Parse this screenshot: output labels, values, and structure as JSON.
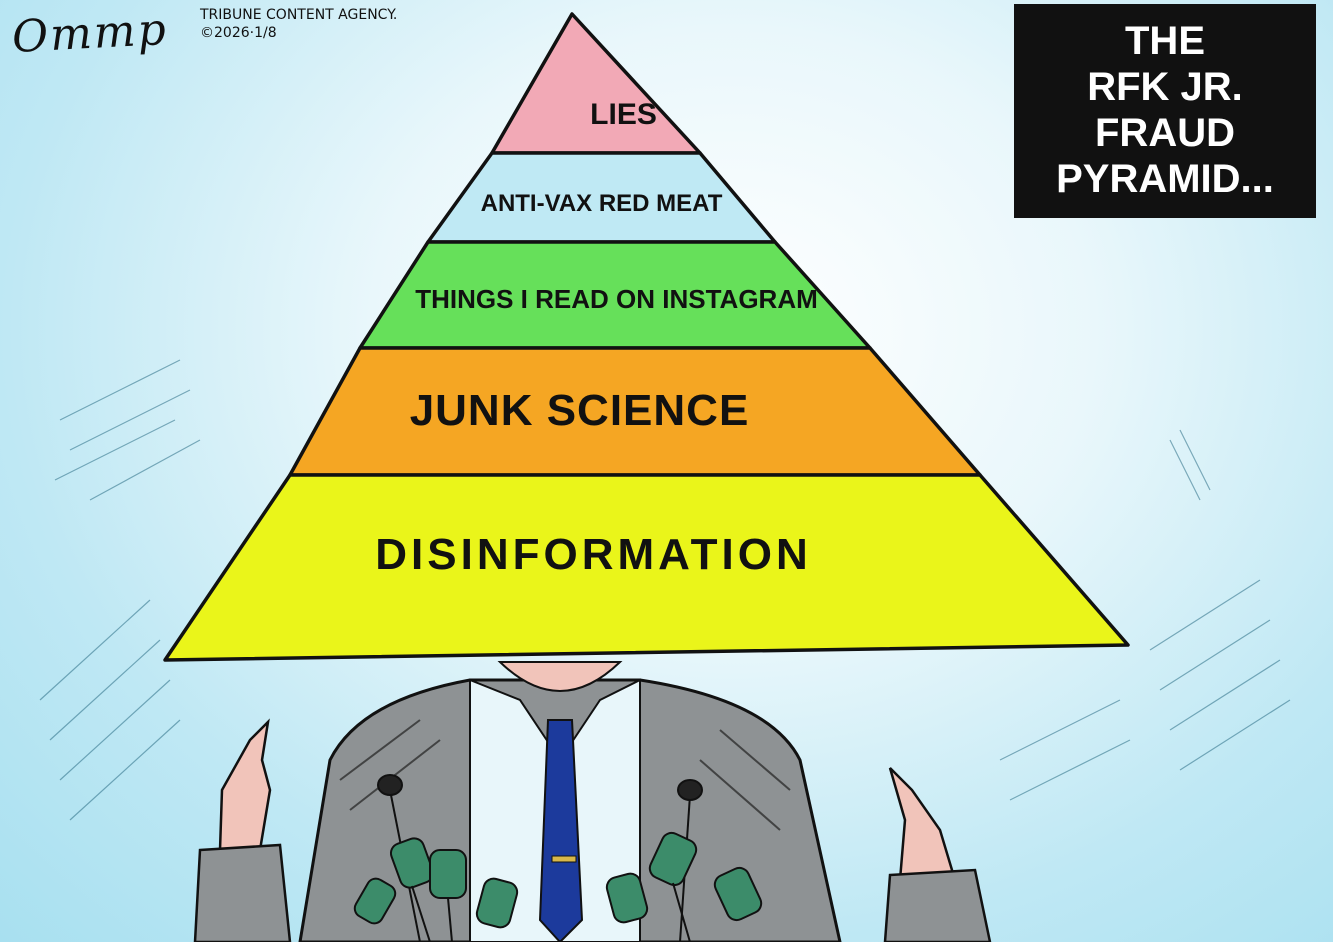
{
  "signature": "Ommp",
  "credit": {
    "line1": "TRIBUNE CONTENT AGENCY.",
    "line2": "©2026·1/8"
  },
  "title_box": {
    "line1": "THE",
    "line2": "RFK JR.",
    "line3": "FRAUD",
    "line4": "PYRAMID..."
  },
  "pyramid": {
    "tiers": [
      {
        "label": "LIES",
        "color": "#f2a9b6"
      },
      {
        "label": "ANTI-VAX RED MEAT",
        "color": "#bfe9f4"
      },
      {
        "label": "THINGS I READ ON INSTAGRAM",
        "color": "#66e05a"
      },
      {
        "label": "JUNK SCIENCE",
        "color": "#f5a623"
      },
      {
        "label": "DISINFORMATION",
        "color": "#eaf51a"
      }
    ]
  },
  "colors": {
    "background": "#a8e0f0",
    "suit": "#8e9294",
    "tie": "#1c3a9c",
    "microphone": "#3c8c6a",
    "skin": "#f1c4ba"
  }
}
